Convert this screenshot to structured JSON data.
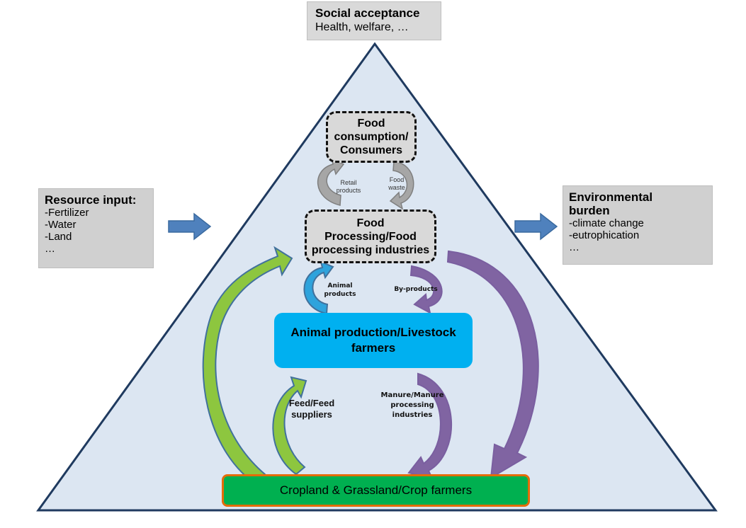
{
  "colors": {
    "triangle_fill": "#dce6f2",
    "triangle_stroke": "#1f3a5f",
    "blue_arrow": "#4f81bd",
    "red_arrow": "#ff0000",
    "green_arrow": "#8dc63f",
    "purple_arrow": "#8064a2",
    "light_blue_arrow": "#2ea3dc",
    "grey_arrow": "#a6a6a6",
    "livestock_box": "#00b0f0",
    "cropland_box": "#00b050",
    "cropland_border": "#e36c09",
    "grey_box": "#d9d9d9"
  },
  "social_acceptance": {
    "title": "Social acceptance",
    "subtitle": "Health, welfare, …"
  },
  "resource_input": {
    "title": "Resource input:",
    "items": [
      "-Fertilizer",
      "-Water",
      "-Land",
      "…"
    ],
    "trend_icon": "red-down-arrow"
  },
  "environmental_burden": {
    "title_line1": "Environmental",
    "title_line2": "burden",
    "items": [
      "-climate change",
      "-eutrophication",
      "…"
    ],
    "trend_icon": "red-down-arrow"
  },
  "nodes": {
    "consumption": {
      "line1": "Food",
      "line2": "consumption/",
      "line3": "Consumers"
    },
    "processing": {
      "line1": "Food",
      "line2": "Processing/Food",
      "line3": "processing industries"
    },
    "livestock": {
      "line1": "Animal production/Livestock",
      "line2": "farmers"
    },
    "cropland": {
      "label": "Cropland & Grassland/Crop farmers"
    }
  },
  "flows": {
    "retail": {
      "line1": "Retail",
      "line2": "products"
    },
    "food_waste": {
      "line1": "Food",
      "line2": "waste"
    },
    "animal_products": {
      "line1": "Animal",
      "line2": "products"
    },
    "by_products": {
      "label": "By-products"
    },
    "feed": {
      "line1": "Feed/Feed",
      "line2": "suppliers"
    },
    "manure": {
      "line1": "Manure/Manure",
      "line2": "processing",
      "line3": "industries"
    }
  }
}
